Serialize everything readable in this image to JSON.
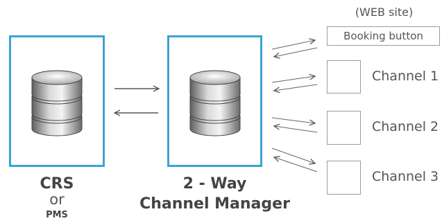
{
  "crs": {
    "title": "CRS",
    "or": "or",
    "sub": "PMS"
  },
  "manager": {
    "line1": "2 - Way",
    "line2": "Channel Manager"
  },
  "web_site": {
    "caption": "(WEB site)",
    "button_label": "Booking button"
  },
  "channels": [
    {
      "label": "Channel 1"
    },
    {
      "label": "Channel 2"
    },
    {
      "label": "Channel 3"
    }
  ],
  "colors": {
    "box_border": "#3aa3d6",
    "text": "#444444",
    "arrow": "#555555"
  },
  "icons": {
    "database": "database-icon"
  }
}
